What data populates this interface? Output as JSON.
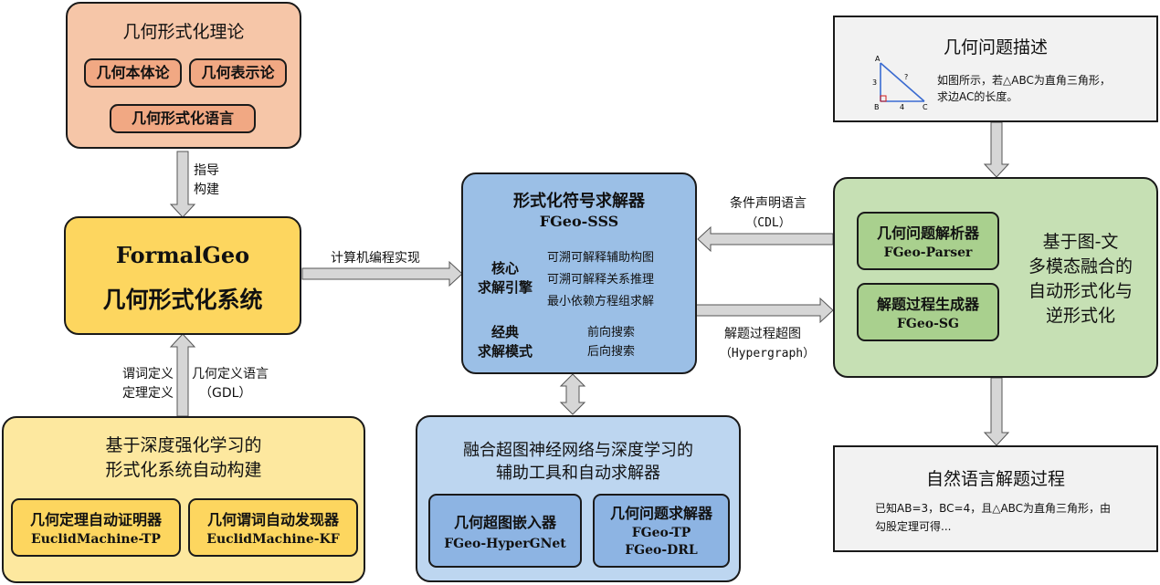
{
  "theory": {
    "title": "几何形式化理论",
    "items": [
      "几何本体论",
      "几何表示论",
      "几何形式化语言"
    ]
  },
  "guide_label": [
    "指导",
    "构建"
  ],
  "formalgeo": {
    "name": "FormalGeo",
    "subtitle": "几何形式化系统"
  },
  "impl_label": "计算机编程实现",
  "lower_left_labels": {
    "left": [
      "谓词定义",
      "定理定义"
    ],
    "right": [
      "几何定义语言",
      "（GDL）"
    ]
  },
  "drl": {
    "title": [
      "基于深度强化学习的",
      "形式化系统自动构建"
    ],
    "tools": [
      {
        "name": "几何定理自动证明器",
        "code": "EuclidMachine-TP"
      },
      {
        "name": "几何谓词自动发现器",
        "code": "EuclidMachine-KF"
      }
    ]
  },
  "solver": {
    "title": "形式化符号求解器",
    "code": "FGeo-SSS",
    "core_label": [
      "核心",
      "求解引擎"
    ],
    "core_items": [
      "可溯可解释辅助构图",
      "可溯可解释关系推理",
      "最小依赖方程组求解"
    ],
    "classic_label": [
      "经典",
      "求解模式"
    ],
    "classic_items": [
      "前向搜索",
      "后向搜索"
    ]
  },
  "cdl_label": [
    "条件声明语言",
    "（CDL）"
  ],
  "hypergraph_label": [
    "解题过程超图",
    "（Hypergraph）"
  ],
  "hyper": {
    "title": [
      "融合超图神经网络与深度学习的",
      "辅助工具和自动求解器"
    ],
    "tools": [
      {
        "name": "几何超图嵌入器",
        "codes": [
          "FGeo-HyperGNet"
        ]
      },
      {
        "name": "几何问题求解器",
        "codes": [
          "FGeo-TP",
          "FGeo-DRL"
        ]
      }
    ]
  },
  "multimodal": {
    "tools": [
      {
        "name": "几何问题解析器",
        "code": "FGeo-Parser"
      },
      {
        "name": "解题过程生成器",
        "code": "FGeo-SG"
      }
    ],
    "desc": [
      "基于图-文",
      "多模态融合的",
      "自动形式化与",
      "逆形式化"
    ]
  },
  "problem": {
    "title": "几何问题描述",
    "text": [
      "如图所示，若△ABC为直角三角形，",
      "求边AC的长度。"
    ],
    "figure": {
      "A": "A",
      "B": "B",
      "C": "C",
      "ab": "3",
      "bc": "4",
      "ac": "?"
    }
  },
  "solution": {
    "title": "自然语言解题过程",
    "text": [
      "已知AB=3，BC=4，且△ABC为直角三角形，由",
      "勾股定理可得..."
    ]
  },
  "colors": {
    "theory": "#f6c6a8",
    "theory_pill": "#f1a883",
    "formalgeo": "#fdd65f",
    "drl": "#fde89f",
    "solver": "#9bbfe6",
    "hyper": "#bdd6f0",
    "hyper_pill": "#8db4e3",
    "multimodal": "#c6e0b4",
    "multimodal_pill": "#a9d08e",
    "problem": "#f2f2f2",
    "arrow": "#d0d0d0"
  },
  "icons": [
    "block-arrow-down",
    "block-arrow-up",
    "block-arrow-right",
    "block-arrow-left",
    "block-arrow-double-vertical"
  ]
}
